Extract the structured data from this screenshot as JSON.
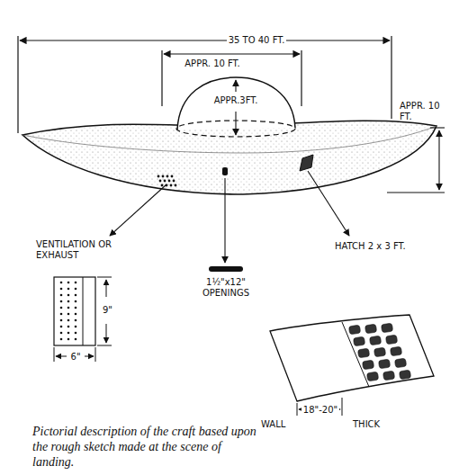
{
  "diagram": {
    "caption": "Pictorial description of the craft based upon the rough sketch made at the scene of landing.",
    "labels": [
      "35 TO 40 FT.",
      "APPR. 10 FT.",
      "APPR.3FT.",
      "APPR. 10 FT.",
      "VENTILATION OR EXHAUST",
      "9\"",
      "6\"",
      "1½\"x12\" OPENINGS",
      "HATCH 2 x 3 FT.",
      "WALL",
      "18\"-20\"",
      "THICK"
    ]
  }
}
